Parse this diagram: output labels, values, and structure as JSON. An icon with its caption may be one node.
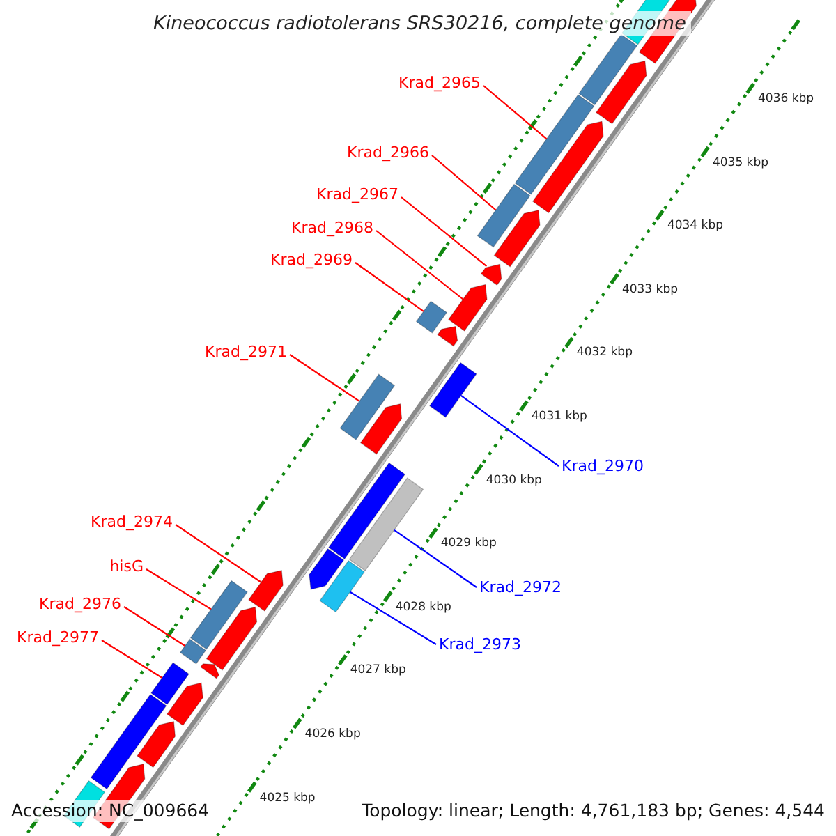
{
  "diagram": {
    "title": "Kineococcus radiotolerans SRS30216, complete genome",
    "nodes": [
      {
        "text": [],
        "shape": "bar"
      },
      {
        "text": [],
        "shape": "bar"
      },
      {
        "text": [],
        "shape": "bar"
      },
      {
        "text": [],
        "shape": "bar"
      },
      {
        "text": [
          "Krad_2965"
        ]
      },
      {
        "text": [],
        "shape": "bar"
      },
      {
        "text": [],
        "shape": "bar"
      },
      {
        "text": [
          "Krad_2966"
        ]
      },
      {
        "text": [],
        "shape": "bar"
      },
      {
        "text": [],
        "shape": "bar"
      },
      {
        "text": [
          "Krad_2967"
        ]
      },
      {
        "text": [],
        "shape": "bar"
      },
      {
        "text": [
          "Krad_2968"
        ]
      },
      {
        "text": [],
        "shape": "bar"
      },
      {
        "text": [
          "Krad_2969"
        ]
      },
      {
        "text": [],
        "shape": "bar"
      },
      {
        "text": [],
        "shape": "bar"
      },
      {
        "text": [
          "Krad_2971"
        ]
      },
      {
        "text": [],
        "shape": "bar"
      },
      {
        "text": [],
        "shape": "bar"
      },
      {
        "text": [
          "Krad_2970"
        ]
      },
      {
        "text": [],
        "shape": "bar"
      },
      {
        "text": [
          "Krad_2974"
        ]
      },
      {
        "text": [],
        "shape": "bar"
      },
      {
        "text": [],
        "shape": "bar"
      },
      {
        "text": [],
        "shape": "bar"
      },
      {
        "text": [
          "hisG"
        ]
      },
      {
        "text": [],
        "shape": "bar"
      },
      {
        "text": [],
        "shape": "bar"
      },
      {
        "text": [
          "Krad_2972"
        ]
      },
      {
        "text": [],
        "shape": "bar"
      },
      {
        "text": [],
        "shape": "bar"
      },
      {
        "text": [
          "Krad_2976"
        ]
      },
      {
        "text": [],
        "shape": "bar"
      },
      {
        "text": [],
        "shape": "bar"
      },
      {
        "text": [
          "Krad_2977"
        ]
      },
      {
        "text": [],
        "shape": "bar"
      },
      {
        "text": [],
        "shape": "bar"
      },
      {
        "text": [
          "Krad_2973"
        ]
      },
      {
        "text": [],
        "shape": "bar"
      },
      {
        "text": [],
        "shape": "bar"
      },
      {
        "text": [],
        "shape": "bar"
      },
      {
        "text": [],
        "shape": "bar"
      }
    ],
    "edges": [
      {
        "from": 4,
        "to": 5,
        "arrow": "none"
      },
      {
        "from": 7,
        "to": 8,
        "arrow": "none"
      },
      {
        "from": 10,
        "to": 11,
        "arrow": "none"
      },
      {
        "from": 12,
        "to": 13,
        "arrow": "none"
      },
      {
        "from": 14,
        "to": 15,
        "arrow": "none"
      },
      {
        "from": 17,
        "to": 18,
        "arrow": "none"
      },
      {
        "from": 20,
        "to": 21,
        "arrow": "none",
        "color": "#0000ff"
      },
      {
        "from": 22,
        "to": 25,
        "arrow": "none"
      },
      {
        "from": 26,
        "to": 27,
        "arrow": "none"
      },
      {
        "from": 29,
        "to": 24,
        "arrow": "none",
        "color": "#0000ff"
      },
      {
        "from": 32,
        "to": 33,
        "arrow": "none"
      },
      {
        "from": 35,
        "to": 36,
        "arrow": "none"
      },
      {
        "from": 38,
        "to": 31,
        "arrow": "none",
        "color": "#0000ff"
      }
    ],
    "labels": [
      "4036 kbp",
      "4035 kbp",
      "4034 kbp",
      "4033 kbp",
      "4032 kbp",
      "4031 kbp",
      "4030 kbp",
      "4029 kbp",
      "4028 kbp",
      "4027 kbp",
      "4026 kbp",
      "4025 kbp",
      "Accession: NC_009664",
      "Topology: linear; Length: 4,761,183 bp; Genes: 4,544"
    ]
  }
}
